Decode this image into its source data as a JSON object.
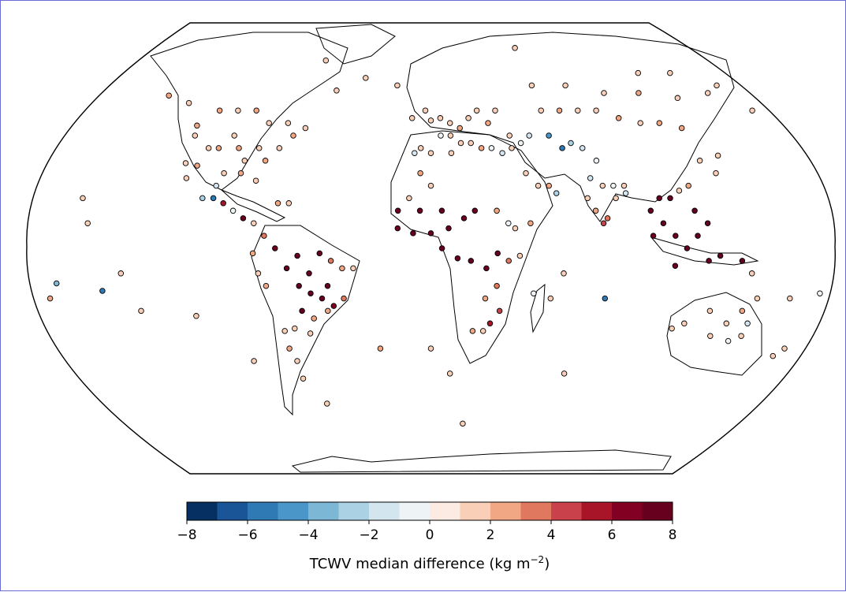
{
  "colorbar": {
    "label_text": "TCWV median difference (kg m",
    "label_exponent": "−2",
    "label_close": ")",
    "ticks": [
      "−8",
      "−6",
      "−4",
      "−2",
      "0",
      "2",
      "4",
      "6",
      "8"
    ],
    "min": -8,
    "max": 8,
    "bin_width": 1,
    "colors": [
      "#053061",
      "#1a5597",
      "#2f79b5",
      "#4a96c8",
      "#7cb7d6",
      "#aad1e4",
      "#d3e6f0",
      "#eef3f6",
      "#fbebe3",
      "#f9cfb8",
      "#f2a784",
      "#e0785f",
      "#c9414a",
      "#a81529",
      "#820123",
      "#67001f"
    ]
  },
  "map": {
    "projection": "Robinson-like (global)",
    "coastline_color": "#000000",
    "marker_edge_color": "#000000"
  },
  "chart_data": {
    "type": "scatter",
    "title": "",
    "xlabel": "",
    "ylabel": "",
    "value_label": "TCWV median difference (kg m−2)",
    "vlim": [
      -8,
      8
    ],
    "note_units": "points: lon (deg), lat (deg), value (kg m−2)",
    "points": [
      [
        -150,
        61,
        2
      ],
      [
        -135,
        58,
        1
      ],
      [
        -122,
        49,
        2
      ],
      [
        -118,
        34,
        1
      ],
      [
        -110,
        40,
        1
      ],
      [
        -105,
        40,
        2
      ],
      [
        -100,
        45,
        1
      ],
      [
        -95,
        40,
        2
      ],
      [
        -90,
        35,
        1
      ],
      [
        -85,
        40,
        1
      ],
      [
        -80,
        35,
        2
      ],
      [
        -75,
        40,
        1
      ],
      [
        -70,
        45,
        2
      ],
      [
        -115,
        55,
        2
      ],
      [
        -105,
        55,
        1
      ],
      [
        -95,
        55,
        2
      ],
      [
        -85,
        50,
        1
      ],
      [
        -75,
        50,
        1
      ],
      [
        -65,
        48,
        1
      ],
      [
        -120,
        45,
        1
      ],
      [
        -112,
        33,
        2
      ],
      [
        -98,
        30,
        1
      ],
      [
        -90,
        30,
        2
      ],
      [
        -82,
        27,
        1
      ],
      [
        -105,
        20,
        -3
      ],
      [
        -100,
        20,
        -6
      ],
      [
        -90,
        15,
        -1
      ],
      [
        -85,
        12,
        7
      ],
      [
        -95,
        18,
        5
      ],
      [
        -100,
        25,
        -2
      ],
      [
        -115,
        28,
        1
      ],
      [
        -80,
        10,
        1
      ],
      [
        -70,
        18,
        2
      ],
      [
        -65,
        18,
        1
      ],
      [
        -75,
        5,
        3
      ],
      [
        -70,
        0,
        8
      ],
      [
        -60,
        -3,
        8
      ],
      [
        -50,
        -2,
        8
      ],
      [
        -45,
        -5,
        3
      ],
      [
        -40,
        -8,
        2
      ],
      [
        -65,
        -8,
        8
      ],
      [
        -55,
        -10,
        8
      ],
      [
        -47,
        -15,
        8
      ],
      [
        -55,
        -18,
        8
      ],
      [
        -60,
        -15,
        8
      ],
      [
        -50,
        -20,
        8
      ],
      [
        -45,
        -23,
        6
      ],
      [
        -60,
        -25,
        7
      ],
      [
        -55,
        -28,
        2
      ],
      [
        -65,
        -32,
        1
      ],
      [
        -58,
        -34,
        1
      ],
      [
        -70,
        -33,
        1
      ],
      [
        -70,
        -40,
        2
      ],
      [
        -68,
        -45,
        1
      ],
      [
        -68,
        -52,
        1
      ],
      [
        -75,
        -15,
        2
      ],
      [
        -80,
        -2,
        2
      ],
      [
        -78,
        -10,
        1
      ],
      [
        -35,
        -8,
        1
      ],
      [
        -40,
        -20,
        3
      ],
      [
        -48,
        -25,
        2
      ],
      [
        -10,
        52,
        1
      ],
      [
        -3,
        55,
        1
      ],
      [
        0,
        51,
        1
      ],
      [
        5,
        52,
        1
      ],
      [
        10,
        50,
        1
      ],
      [
        15,
        48,
        2
      ],
      [
        20,
        52,
        1
      ],
      [
        25,
        55,
        1
      ],
      [
        30,
        50,
        2
      ],
      [
        35,
        55,
        1
      ],
      [
        40,
        45,
        1
      ],
      [
        5,
        45,
        -1
      ],
      [
        10,
        45,
        1
      ],
      [
        15,
        42,
        1
      ],
      [
        20,
        42,
        1
      ],
      [
        25,
        40,
        2
      ],
      [
        -5,
        40,
        1
      ],
      [
        -8,
        38,
        -2
      ],
      [
        0,
        38,
        1
      ],
      [
        10,
        38,
        1
      ],
      [
        30,
        40,
        -1
      ],
      [
        35,
        38,
        -2
      ],
      [
        40,
        40,
        1
      ],
      [
        45,
        42,
        -1
      ],
      [
        50,
        45,
        -2
      ],
      [
        60,
        55,
        1
      ],
      [
        70,
        55,
        2
      ],
      [
        80,
        55,
        1
      ],
      [
        90,
        55,
        1
      ],
      [
        100,
        52,
        2
      ],
      [
        110,
        50,
        1
      ],
      [
        120,
        50,
        2
      ],
      [
        130,
        48,
        2
      ],
      [
        60,
        65,
        1
      ],
      [
        80,
        65,
        1
      ],
      [
        100,
        62,
        1
      ],
      [
        120,
        62,
        2
      ],
      [
        140,
        60,
        1
      ],
      [
        160,
        62,
        1
      ],
      [
        60,
        45,
        -5
      ],
      [
        65,
        40,
        -6
      ],
      [
        70,
        42,
        -3
      ],
      [
        75,
        40,
        -2
      ],
      [
        80,
        35,
        -1
      ],
      [
        75,
        28,
        -2
      ],
      [
        80,
        25,
        1
      ],
      [
        85,
        25,
        -1
      ],
      [
        90,
        25,
        1
      ],
      [
        72,
        20,
        1
      ],
      [
        75,
        15,
        2
      ],
      [
        80,
        12,
        3
      ],
      [
        85,
        20,
        1
      ],
      [
        90,
        22,
        -2
      ],
      [
        78,
        10,
        4
      ],
      [
        -5,
        30,
        2
      ],
      [
        0,
        25,
        1
      ],
      [
        -10,
        20,
        1
      ],
      [
        -15,
        15,
        8
      ],
      [
        -5,
        15,
        8
      ],
      [
        5,
        15,
        8
      ],
      [
        15,
        12,
        8
      ],
      [
        20,
        15,
        7
      ],
      [
        30,
        15,
        2
      ],
      [
        35,
        10,
        -1
      ],
      [
        38,
        8,
        1
      ],
      [
        45,
        10,
        2
      ],
      [
        -15,
        8,
        8
      ],
      [
        -8,
        6,
        7
      ],
      [
        0,
        6,
        8
      ],
      [
        8,
        8,
        7
      ],
      [
        5,
        0,
        8
      ],
      [
        12,
        -4,
        8
      ],
      [
        18,
        -5,
        8
      ],
      [
        25,
        -8,
        8
      ],
      [
        30,
        -2,
        8
      ],
      [
        35,
        -5,
        3
      ],
      [
        40,
        -3,
        1
      ],
      [
        30,
        -15,
        3
      ],
      [
        25,
        -20,
        2
      ],
      [
        32,
        -25,
        4
      ],
      [
        28,
        -30,
        5
      ],
      [
        20,
        -33,
        2
      ],
      [
        25,
        -33,
        1
      ],
      [
        47,
        -18,
        -1
      ],
      [
        55,
        -20,
        1
      ],
      [
        55,
        25,
        2
      ],
      [
        50,
        25,
        1
      ],
      [
        45,
        30,
        1
      ],
      [
        58,
        22,
        -3
      ],
      [
        100,
        15,
        7
      ],
      [
        105,
        20,
        8
      ],
      [
        110,
        20,
        8
      ],
      [
        100,
        5,
        8
      ],
      [
        110,
        5,
        8
      ],
      [
        105,
        10,
        8
      ],
      [
        115,
        0,
        8
      ],
      [
        120,
        5,
        8
      ],
      [
        125,
        10,
        7
      ],
      [
        120,
        15,
        8
      ],
      [
        125,
        -5,
        8
      ],
      [
        110,
        -7,
        8
      ],
      [
        130,
        -3,
        7
      ],
      [
        140,
        -5,
        7
      ],
      [
        145,
        -10,
        1
      ],
      [
        120,
        25,
        2
      ],
      [
        115,
        23,
        1
      ],
      [
        130,
        35,
        1
      ],
      [
        140,
        37,
        1
      ],
      [
        135,
        30,
        1
      ],
      [
        150,
        -20,
        1
      ],
      [
        145,
        -25,
        2
      ],
      [
        150,
        -30,
        -2
      ],
      [
        140,
        -30,
        1
      ],
      [
        130,
        -25,
        1
      ],
      [
        120,
        -30,
        1
      ],
      [
        115,
        -32,
        1
      ],
      [
        135,
        -35,
        1
      ],
      [
        145,
        -37,
        -1
      ],
      [
        150,
        -35,
        1
      ],
      [
        175,
        -40,
        1
      ],
      [
        172,
        -43,
        1
      ],
      [
        165,
        -20,
        1
      ],
      [
        178,
        -18,
        -1
      ],
      [
        -150,
        -17,
        -6
      ],
      [
        -170,
        -14,
        -4
      ],
      [
        -160,
        20,
        1
      ],
      [
        -155,
        10,
        1
      ],
      [
        -140,
        -10,
        1
      ],
      [
        -135,
        -25,
        1
      ],
      [
        -175,
        -20,
        2
      ],
      [
        -110,
        -27,
        1
      ],
      [
        -25,
        -40,
        2
      ],
      [
        0,
        -40,
        1
      ],
      [
        10,
        -50,
        1
      ],
      [
        70,
        -50,
        1
      ],
      [
        80,
        -20,
        -6
      ],
      [
        60,
        -10,
        1
      ],
      [
        20,
        -70,
        1
      ],
      [
        -60,
        -62,
        1
      ],
      [
        -90,
        -45,
        1
      ],
      [
        -20,
        65,
        1
      ],
      [
        -40,
        68,
        1
      ],
      [
        -70,
        75,
        1
      ],
      [
        -55,
        63,
        1
      ],
      [
        60,
        80,
        1
      ],
      [
        130,
        70,
        1
      ],
      [
        150,
        70,
        1
      ],
      [
        170,
        65,
        1
      ],
      [
        175,
        55,
        1
      ]
    ]
  }
}
